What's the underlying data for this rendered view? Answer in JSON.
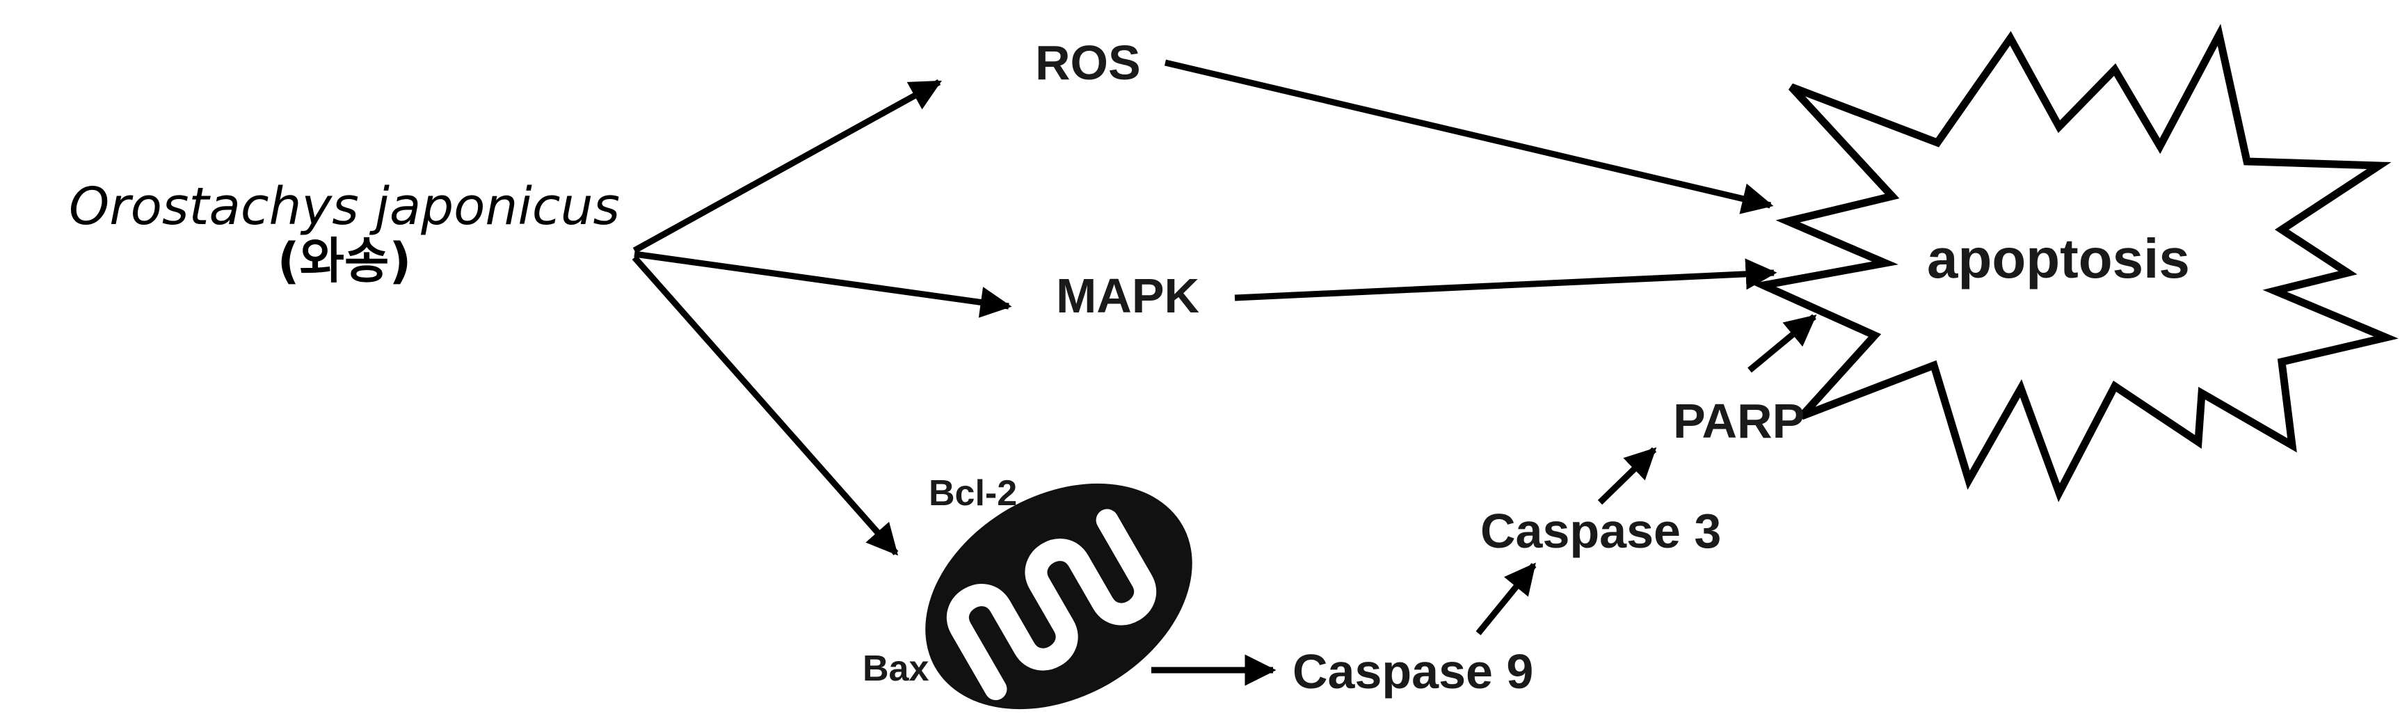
{
  "diagram": {
    "source": {
      "latin_name": "Orostachys japonicus",
      "korean_name": "(와송)"
    },
    "nodes": {
      "ros": "ROS",
      "mapk": "MAPK",
      "bcl2": "Bcl-2",
      "bax": "Bax",
      "caspase9": "Caspase 9",
      "caspase3": "Caspase 3",
      "parp": "PARP",
      "apoptosis": "apoptosis"
    },
    "mitochondrion": "mitochondrion-icon",
    "edges": [
      {
        "from": "source",
        "to": "ros"
      },
      {
        "from": "source",
        "to": "mapk"
      },
      {
        "from": "source",
        "to": "mitochondrion"
      },
      {
        "from": "ros",
        "to": "apoptosis"
      },
      {
        "from": "mapk",
        "to": "apoptosis"
      },
      {
        "from": "mitochondrion",
        "to": "caspase9"
      },
      {
        "from": "caspase9",
        "to": "caspase3"
      },
      {
        "from": "caspase3",
        "to": "parp"
      },
      {
        "from": "parp",
        "to": "apoptosis"
      }
    ],
    "colors": {
      "ink": "#000000",
      "background": "#ffffff"
    }
  }
}
